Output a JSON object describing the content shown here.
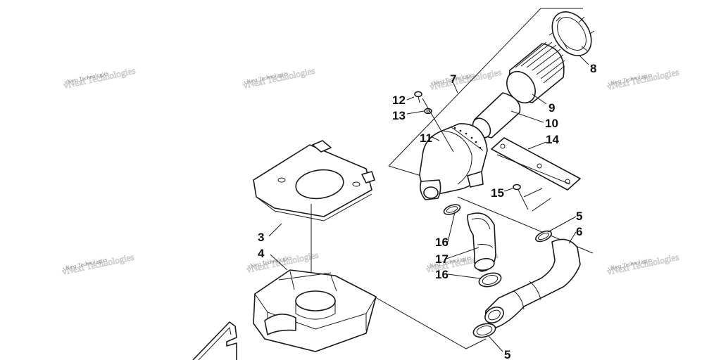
{
  "watermark": {
    "text": "vNext Technologies"
  },
  "callouts": {
    "c3": "3",
    "c4": "4",
    "c5a": "5",
    "c5b": "5",
    "c6": "6",
    "c7": "7",
    "c8": "8",
    "c9": "9",
    "c10": "10",
    "c11": "11",
    "c12": "12",
    "c13": "13",
    "c14": "14",
    "c15": "15",
    "c16a": "16",
    "c16b": "16",
    "c17": "17"
  }
}
